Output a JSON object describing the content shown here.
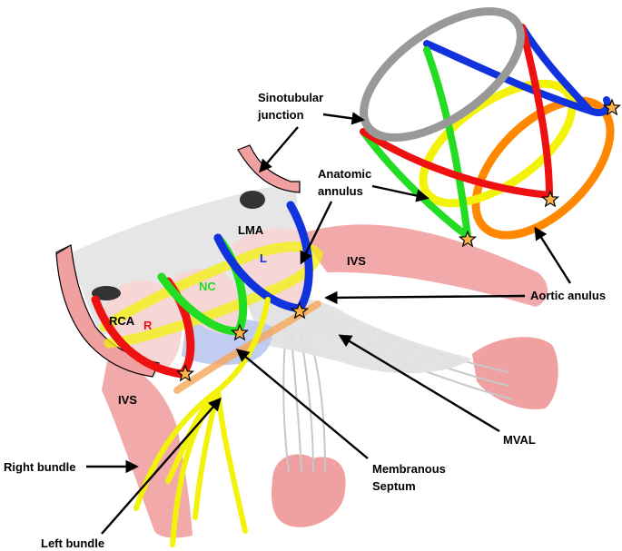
{
  "colors": {
    "red": "#ee1111",
    "green": "#22dd22",
    "blue": "#1133dd",
    "yellow": "#f2f20a",
    "orange": "#ff8800",
    "gray": "#999999",
    "pink": "#f0a0a0",
    "star_fill": "#ffb347"
  },
  "labels": {
    "sinotubular_1": "Sinotubular",
    "sinotubular_2": "junction",
    "anatomic_1": "Anatomic",
    "anatomic_2": "annulus",
    "aortic_annulus": "Aortic anulus",
    "mval": "MVAL",
    "membranous_1": "Membranous",
    "membranous_2": "Septum",
    "right_bundle": "Right bundle",
    "left_bundle": "Left bundle",
    "ivs_right": "IVS",
    "ivs_left": "IVS"
  },
  "cusp_labels": {
    "rca": "RCA",
    "lma": "LMA",
    "r": "R",
    "nc": "NC",
    "l": "L"
  }
}
